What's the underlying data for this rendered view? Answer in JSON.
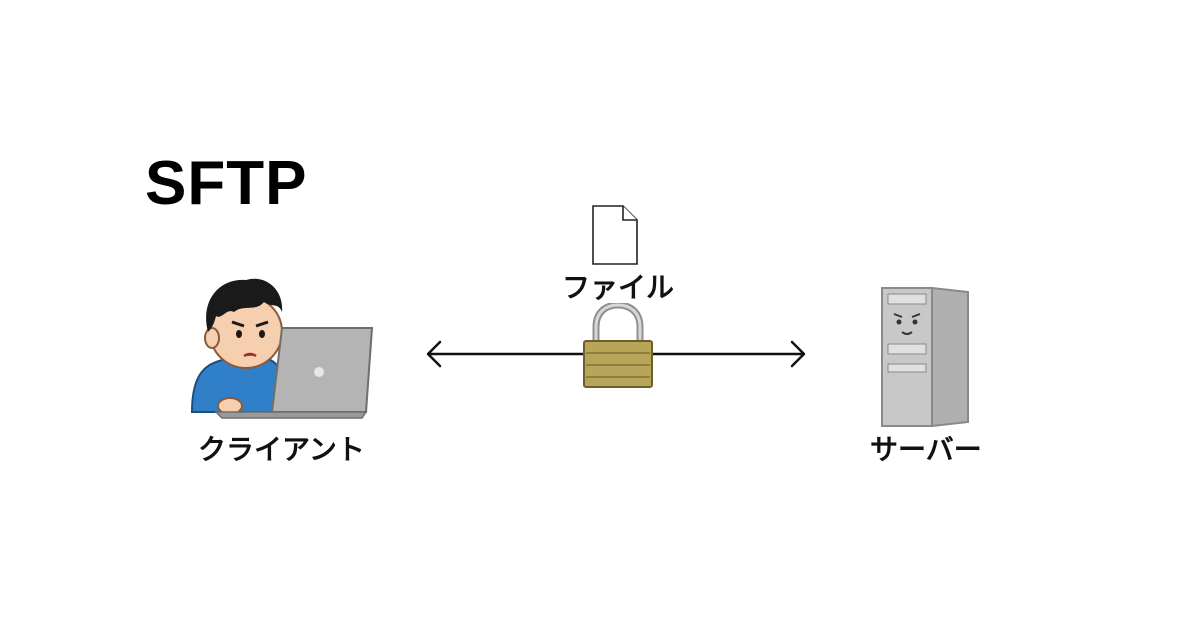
{
  "title": "SFTP",
  "client": {
    "label": "クライアント"
  },
  "server": {
    "label": "サーバー"
  },
  "file": {
    "label": "ファイル"
  },
  "icons": {
    "client": "person-with-laptop-icon",
    "server": "server-tower-icon",
    "file": "document-icon",
    "lock": "padlock-icon",
    "arrow": "double-arrow-icon"
  },
  "colors": {
    "shirt": "#2f7fc9",
    "laptop": "#b4b4b4",
    "lock_body": "#b7a55a",
    "server": "#c8c8c8"
  }
}
